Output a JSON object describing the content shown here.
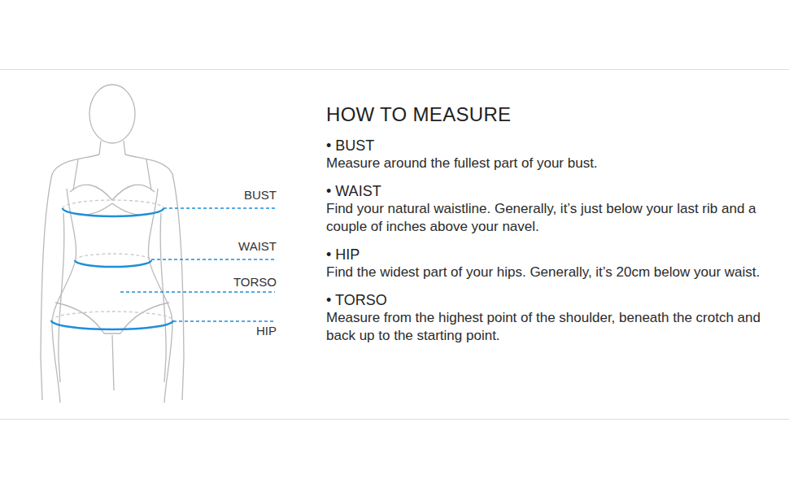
{
  "diagram": {
    "title": "HOW TO MEASURE",
    "labels": [
      "BUST",
      "WAIST",
      "TORSO",
      "HIP",
      "• BUST",
      "Measure around the fullest part of your bust.",
      "• WAIST",
      "Find your natural waistline. Generally, it’s just below your last rib and a couple of inches above your navel.",
      "• HIP",
      "Find the widest part of your hips. Generally, it’s 20cm below your waist.",
      "• TORSO",
      "Measure from the highest point of the shoulder, beneath the crotch and back up to the starting point."
    ]
  }
}
